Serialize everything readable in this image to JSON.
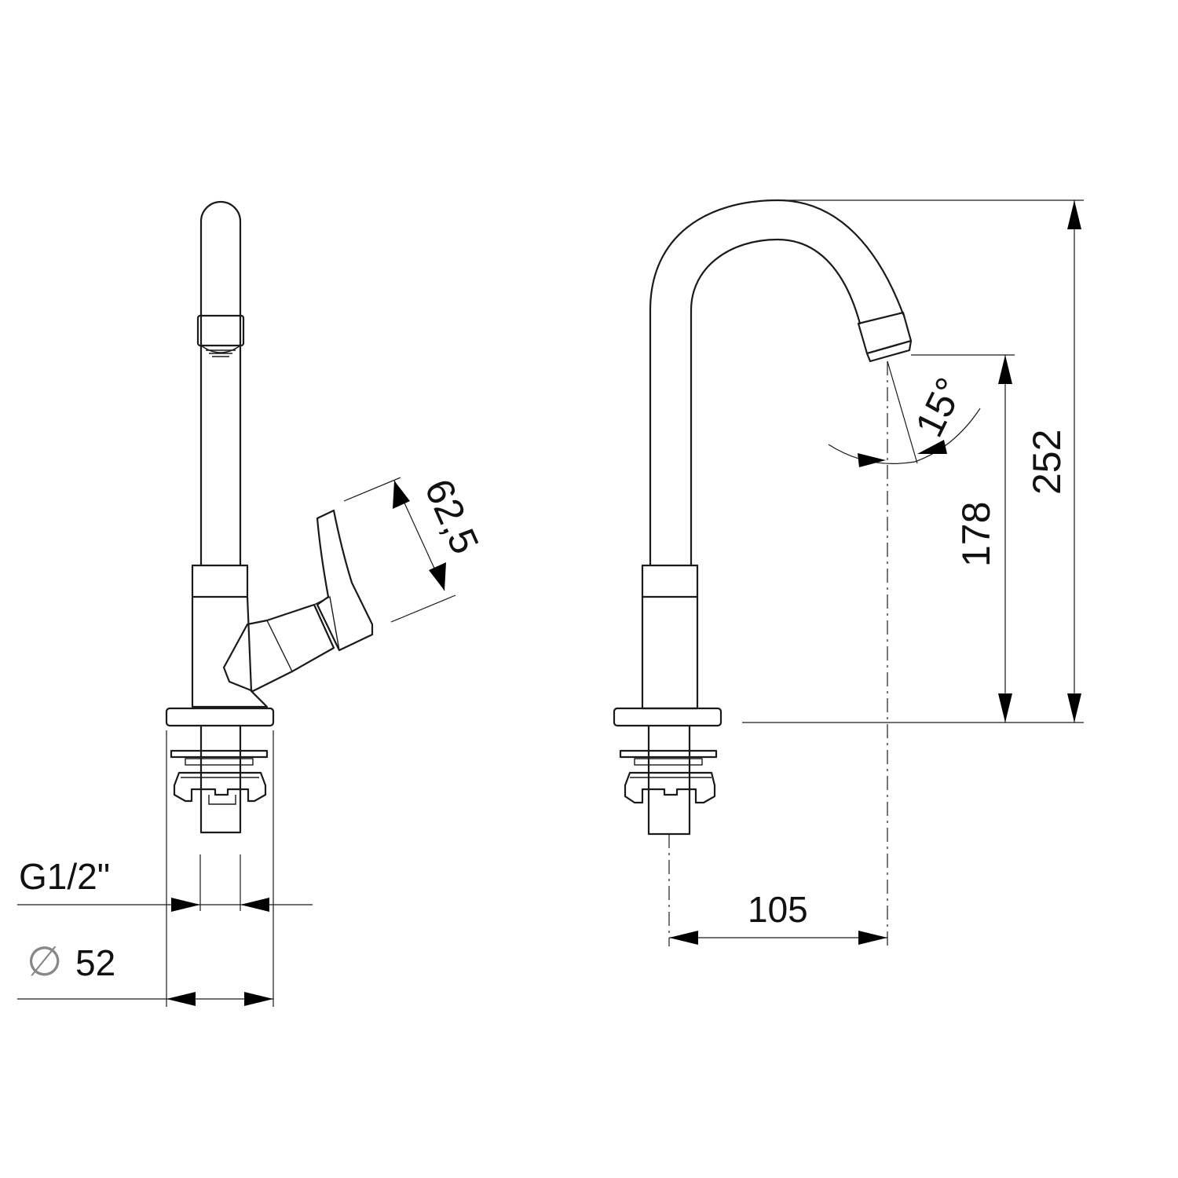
{
  "dimensions": {
    "height_total": "252",
    "height_spout": "178",
    "spout_reach": "105",
    "spout_angle": "15°",
    "handle_length": "62,5",
    "thread": "G1/2\"",
    "base_diameter_symbol": "∅",
    "base_diameter": "52"
  },
  "colors": {
    "line": "#1a1a1a",
    "background": "#ffffff"
  }
}
